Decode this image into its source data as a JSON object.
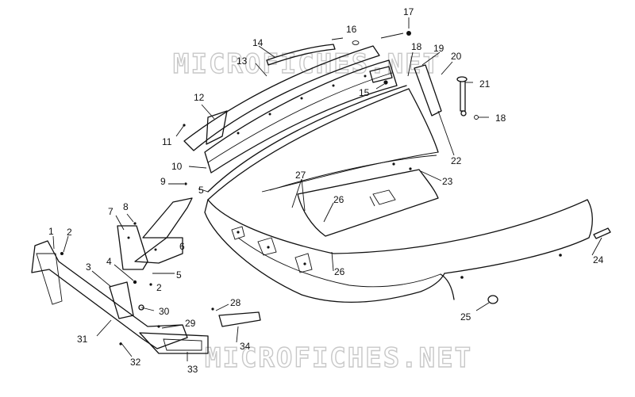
{
  "watermarks": [
    "MICROFICHES.NET",
    "MICROFICHES.NET"
  ],
  "callouts": [
    {
      "id": "c1",
      "label": "1"
    },
    {
      "id": "c2a",
      "label": "2"
    },
    {
      "id": "c2b",
      "label": "2"
    },
    {
      "id": "c3",
      "label": "3"
    },
    {
      "id": "c4",
      "label": "4"
    },
    {
      "id": "c5a",
      "label": "5"
    },
    {
      "id": "c5b",
      "label": "5"
    },
    {
      "id": "c6",
      "label": "6"
    },
    {
      "id": "c7",
      "label": "7"
    },
    {
      "id": "c8",
      "label": "8"
    },
    {
      "id": "c9",
      "label": "9"
    },
    {
      "id": "c10",
      "label": "10"
    },
    {
      "id": "c11",
      "label": "11"
    },
    {
      "id": "c12",
      "label": "12"
    },
    {
      "id": "c13",
      "label": "13"
    },
    {
      "id": "c14",
      "label": "14"
    },
    {
      "id": "c15",
      "label": "15"
    },
    {
      "id": "c16",
      "label": "16"
    },
    {
      "id": "c17",
      "label": "17"
    },
    {
      "id": "c18a",
      "label": "18"
    },
    {
      "id": "c18b",
      "label": "18"
    },
    {
      "id": "c19",
      "label": "19"
    },
    {
      "id": "c20",
      "label": "20"
    },
    {
      "id": "c21",
      "label": "21"
    },
    {
      "id": "c22",
      "label": "22"
    },
    {
      "id": "c23",
      "label": "23"
    },
    {
      "id": "c24",
      "label": "24"
    },
    {
      "id": "c25",
      "label": "25"
    },
    {
      "id": "c26a",
      "label": "26"
    },
    {
      "id": "c26b",
      "label": "26"
    },
    {
      "id": "c27",
      "label": "27"
    },
    {
      "id": "c28",
      "label": "28"
    },
    {
      "id": "c29",
      "label": "29"
    },
    {
      "id": "c30",
      "label": "30"
    },
    {
      "id": "c31",
      "label": "31"
    },
    {
      "id": "c32",
      "label": "32"
    },
    {
      "id": "c33",
      "label": "33"
    },
    {
      "id": "c34",
      "label": "34"
    }
  ]
}
